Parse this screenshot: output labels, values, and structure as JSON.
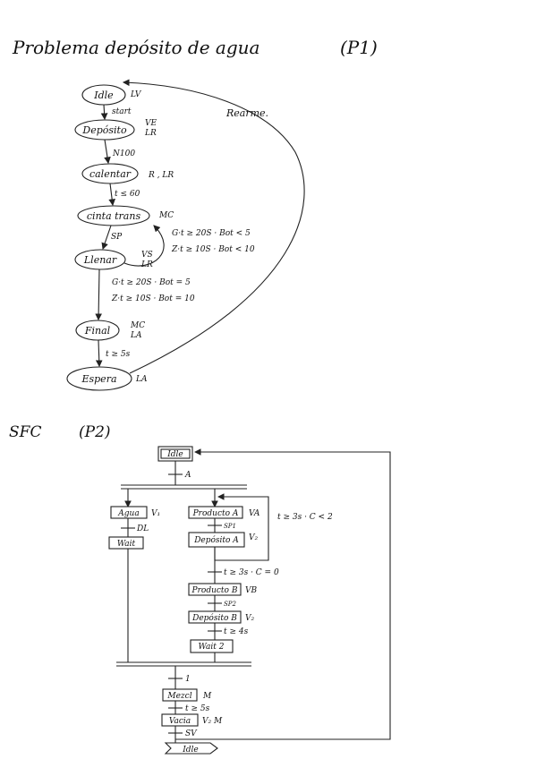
{
  "p1": {
    "title": "Problema depósito de agua",
    "tag": "(P1)",
    "rearm_label": "Rearme.",
    "states": [
      {
        "name": "Idle",
        "action": "LV"
      },
      {
        "name": "Depósito",
        "action": "VE\nLR"
      },
      {
        "name": "calentar",
        "action": "R , LR"
      },
      {
        "name": "cinta trans",
        "action": "MC"
      },
      {
        "name": "Llenar",
        "action": "VS\nLR"
      },
      {
        "name": "Final",
        "action": "MC\nLA"
      },
      {
        "name": "Espera",
        "action": "LA"
      }
    ],
    "transitions": [
      "start",
      "N100",
      "t ≤ 60",
      "SP",
      "",
      "t ≥ 5s"
    ],
    "loop_conditions": [
      "G·t ≥ 20S · Bot < 5",
      "Z·t ≥ 10S · Bot < 10"
    ],
    "exit_conditions": [
      "G·t ≥ 20S · Bot = 5",
      "Z·t ≥ 10S · Bot = 10"
    ]
  },
  "p2": {
    "title": "SFC",
    "tag": "(P2)",
    "steps": {
      "idle": "Idle",
      "agua": "Agua",
      "wait": "Wait",
      "productoA": "Producto A",
      "depositoA": "Depósito A",
      "productoB": "Producto B",
      "depositoB": "Depósito B",
      "wait2": "Wait 2",
      "mezcl": "Mezcl",
      "vacia": "Vacia",
      "end": "Idle"
    },
    "actions": {
      "agua": "V₁",
      "productoA": "VA",
      "depositoA": "V₂",
      "productoB": "VB",
      "depositoB": "V₂",
      "mezcl": "M",
      "vacia": "V₂ M"
    },
    "transitions": {
      "t_a": "A",
      "t_dl": "DL",
      "t_sp1": "SP1",
      "t_loop": "t ≥ 3s · C < 2",
      "t_c0": "t ≥ 3s · C = 0",
      "t_sp2": "SP2",
      "t_4s": "t ≥ 4s",
      "t_1": "1",
      "t_5s": "t ≥ 5s",
      "t_sv": "SV"
    }
  }
}
